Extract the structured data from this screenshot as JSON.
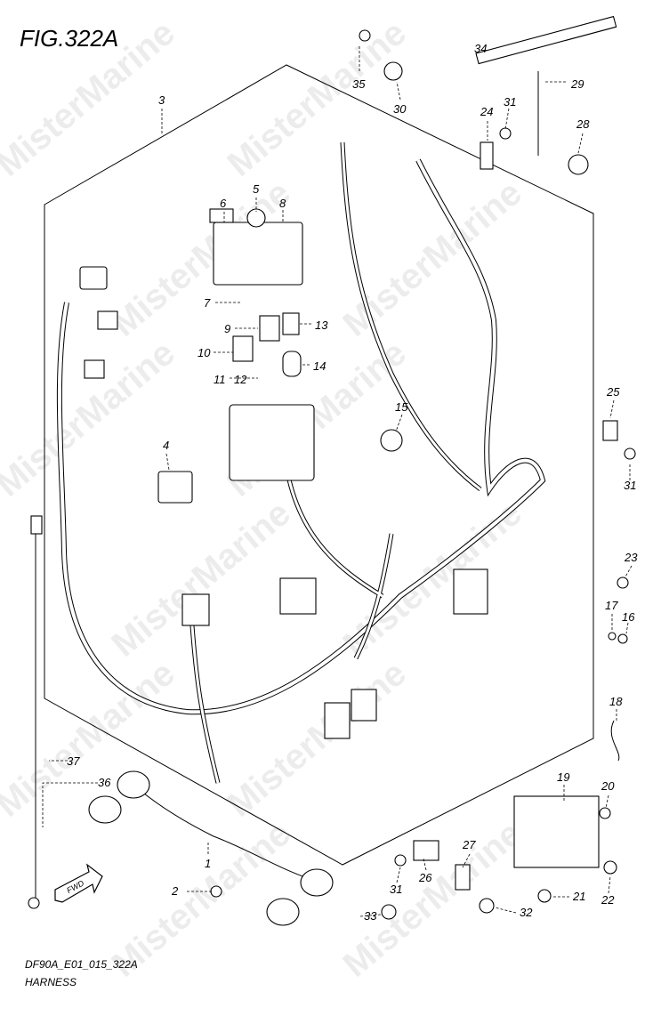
{
  "figure": {
    "title": "FIG.322A",
    "code": "DF90A_E01_015_322A",
    "name": "HARNESS",
    "watermark": "MisterMarine",
    "direction_label": "FWD"
  },
  "part_labels": [
    "1",
    "2",
    "3",
    "4",
    "5",
    "6",
    "7",
    "8",
    "9",
    "10",
    "11",
    "12",
    "13",
    "14",
    "15",
    "16",
    "17",
    "18",
    "19",
    "20",
    "21",
    "22",
    "23",
    "24",
    "25",
    "26",
    "27",
    "28",
    "29",
    "30",
    "31",
    "32",
    "33",
    "34",
    "35",
    "36",
    "37"
  ]
}
